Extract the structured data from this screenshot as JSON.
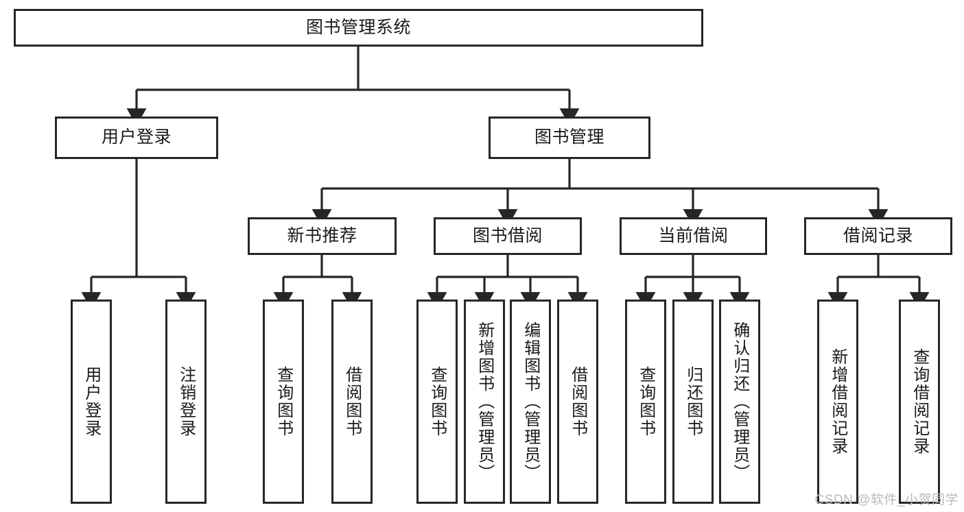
{
  "diagram": {
    "title": "图书管理系统",
    "type": "hierarchy-tree",
    "watermark": "CSDN @软件_小贺同学",
    "colors": {
      "stroke": "#262626",
      "fill": "#ffffff",
      "text": "#1a1a1a",
      "watermark": "#b9b9b9"
    },
    "nodes": {
      "root": {
        "label": "图书管理系统"
      },
      "level2": [
        {
          "label": "用户登录"
        },
        {
          "label": "图书管理"
        }
      ],
      "level3": [
        {
          "label": "新书推荐"
        },
        {
          "label": "图书借阅"
        },
        {
          "label": "当前借阅"
        },
        {
          "label": "借阅记录"
        }
      ],
      "leaves": {
        "user_login": [
          {
            "label": "用户登录"
          },
          {
            "label": "注销登录"
          }
        ],
        "new_book": [
          {
            "label": "查询图书"
          },
          {
            "label": "借阅图书"
          }
        ],
        "borrow_book": [
          {
            "label": "查询图书"
          },
          {
            "label": "新增图书（管理员）"
          },
          {
            "label": "编辑图书（管理员）"
          },
          {
            "label": "借阅图书"
          }
        ],
        "current_borrow": [
          {
            "label": "查询图书"
          },
          {
            "label": "归还图书"
          },
          {
            "label": "确认归还（管理员）"
          }
        ],
        "borrow_record": [
          {
            "label": "新增借阅记录"
          },
          {
            "label": "查询借阅记录"
          }
        ]
      }
    }
  }
}
